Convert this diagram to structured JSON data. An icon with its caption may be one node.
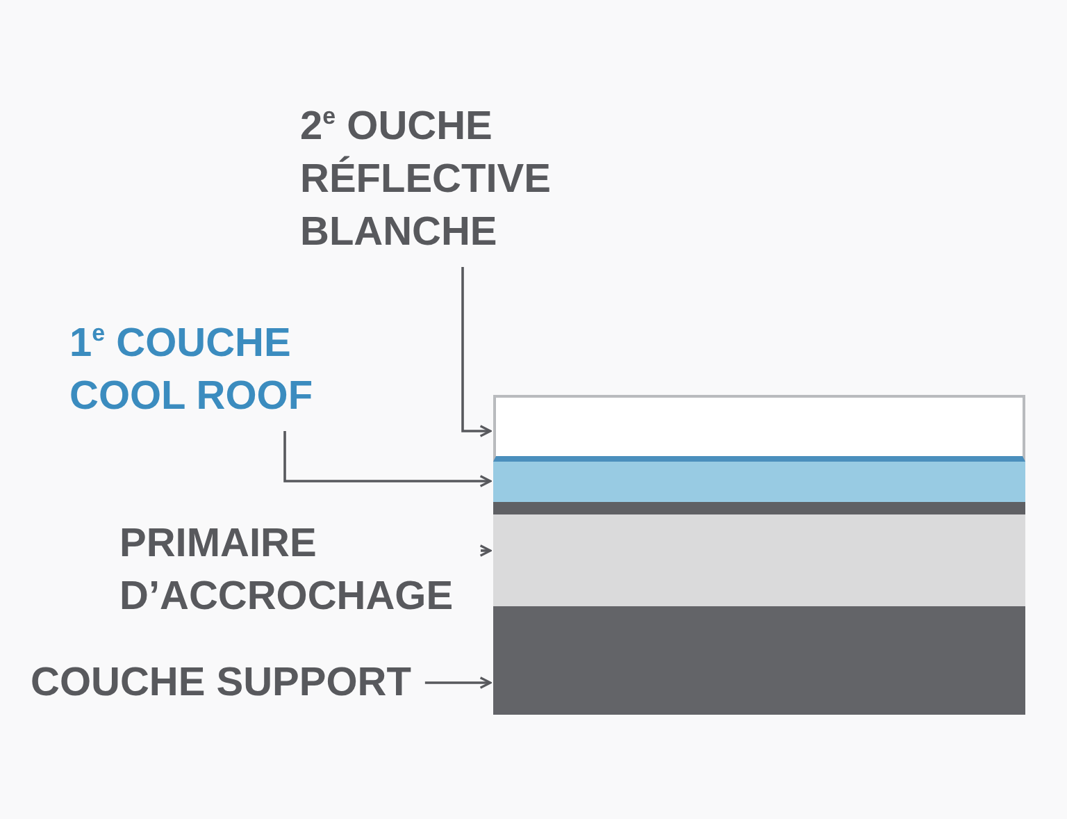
{
  "diagram": {
    "nodes": [
      {
        "text": [
          "2$^{e}$ OUCHE RÉFLECTIVE BLANCHE"
        ]
      },
      {
        "text": [],
        "shape": "bar"
      },
      {
        "text": [
          "1$^{e}$ COUCHE COOL ROOF"
        ]
      },
      {
        "text": [],
        "shape": "bar"
      },
      {
        "text": [
          "PRIMAIRE D’ACCROCHAGE"
        ]
      },
      {
        "text": [],
        "shape": "bar"
      },
      {
        "text": [
          "COUCHE SUPPORT"
        ]
      },
      {
        "text": [],
        "shape": "bar"
      }
    ],
    "edges": [
      {
        "from": 0,
        "to": 1,
        "arrow": "to"
      },
      {
        "from": 2,
        "to": 3,
        "arrow": "to"
      },
      {
        "from": 4,
        "to": 5,
        "arrow": "to"
      },
      {
        "from": 6,
        "to": 7,
        "arrow": "to"
      }
    ]
  }
}
